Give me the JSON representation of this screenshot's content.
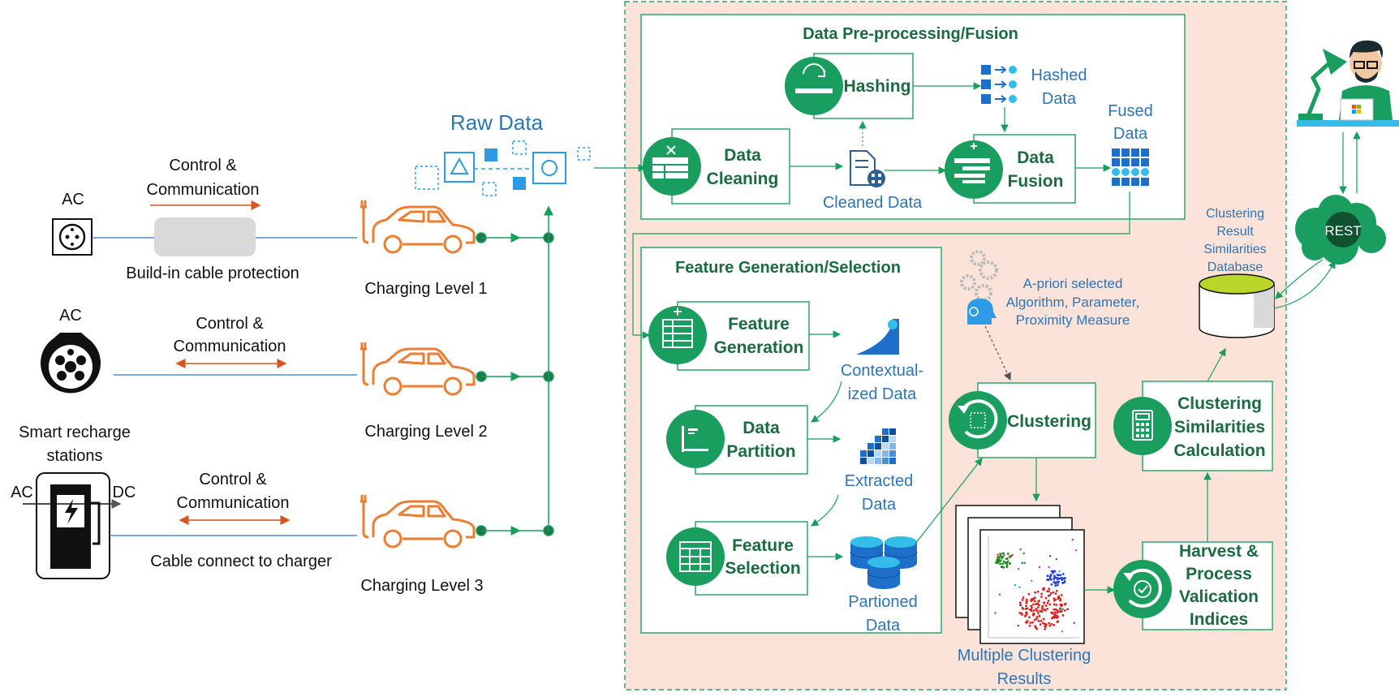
{
  "left": {
    "row1": {
      "source_label": "AC",
      "control_line1": "Control &",
      "control_line2": "Communication",
      "cable_label": "Build-in cable protection",
      "level_label": "Charging Level 1"
    },
    "row2": {
      "source_label": "AC",
      "station_line1": "Smart recharge",
      "station_line2": "stations",
      "control_line1": "Control &",
      "control_line2": "Communication",
      "level_label": "Charging Level 2"
    },
    "row3": {
      "ac_label": "AC",
      "dc_label": "DC",
      "control_line1": "Control &",
      "control_line2": "Communication",
      "cable_label": "Cable connect to charger",
      "level_label": "Charging Level 3"
    }
  },
  "raw_data_label": "Raw Data",
  "preprocessing": {
    "title": "Data Pre-processing/Fusion",
    "hashing": "Hashing",
    "hashed_line1": "Hashed",
    "hashed_line2": "Data",
    "cleaning_line1": "Data",
    "cleaning_line2": "Cleaning",
    "cleaned_label": "Cleaned Data",
    "fusion_line1": "Data",
    "fusion_line2": "Fusion",
    "fused_line1": "Fused",
    "fused_line2": "Data"
  },
  "features": {
    "title": "Feature Generation/Selection",
    "generation_line1": "Feature",
    "generation_line2": "Generation",
    "contextual_line1": "Contextual-",
    "contextual_line2": "ized Data",
    "partition_line1": "Data",
    "partition_line2": "Partition",
    "extracted_line1": "Extracted",
    "extracted_line2": "Data",
    "selection_line1": "Feature",
    "selection_line2": "Selection",
    "partioned_line1": "Partioned",
    "partioned_line2": "Data"
  },
  "clustering": {
    "apriori_line1": "A-priori selected",
    "apriori_line2": "Algorithm, Parameter,",
    "apriori_line3": "Proximity Measure",
    "clustering_label": "Clustering",
    "multiple_line1": "Multiple Clustering",
    "multiple_line2": "Results",
    "harvest_line1": "Harvest &",
    "harvest_line2": "Process",
    "harvest_line3": "Valication",
    "harvest_line4": "Indices",
    "similarities_line1": "Clustering",
    "similarities_line2": "Similarities",
    "similarities_line3": "Calculation",
    "db_line1": "Clustering",
    "db_line2": "Result",
    "db_line3": "Similarities",
    "db_line4": "Database",
    "rest_label": "REST"
  },
  "colors": {
    "green": "#1a9e5f",
    "dark_green": "#1a6b40",
    "blue": "#2e75b6",
    "orange": "#ed7d31",
    "salmon_bg": "#fbe3d9",
    "cable_red": "#c0392b"
  }
}
